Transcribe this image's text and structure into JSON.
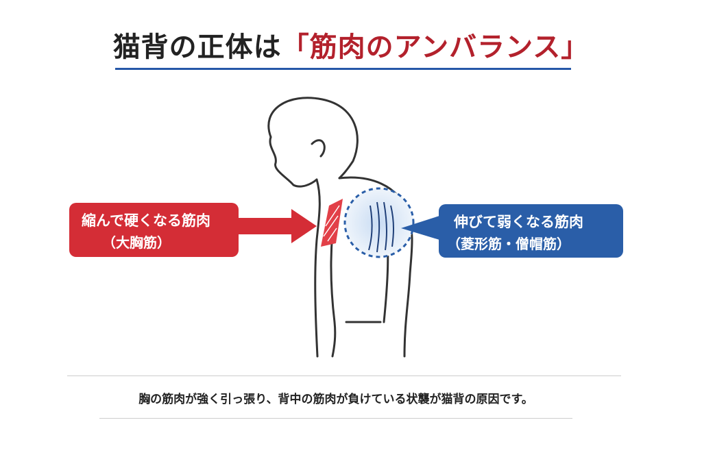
{
  "title": {
    "prefix": "猫背の正体は",
    "highlight": "「筋肉のアンバランス」"
  },
  "left_label": {
    "line1": "縮んで硬くなる筋肉",
    "line2": "（大胸筋）"
  },
  "right_label": {
    "line1": "伸びて弱くなる筋肉",
    "line2": "（菱形筋・僧帽筋）"
  },
  "caption": "胸の筋肉が強く引っ張り、背中の筋肉が負けている状襲が猫背の原因です。",
  "colors": {
    "red": "#d42d36",
    "blue": "#2a5ea8",
    "title_red": "#b3212c"
  }
}
